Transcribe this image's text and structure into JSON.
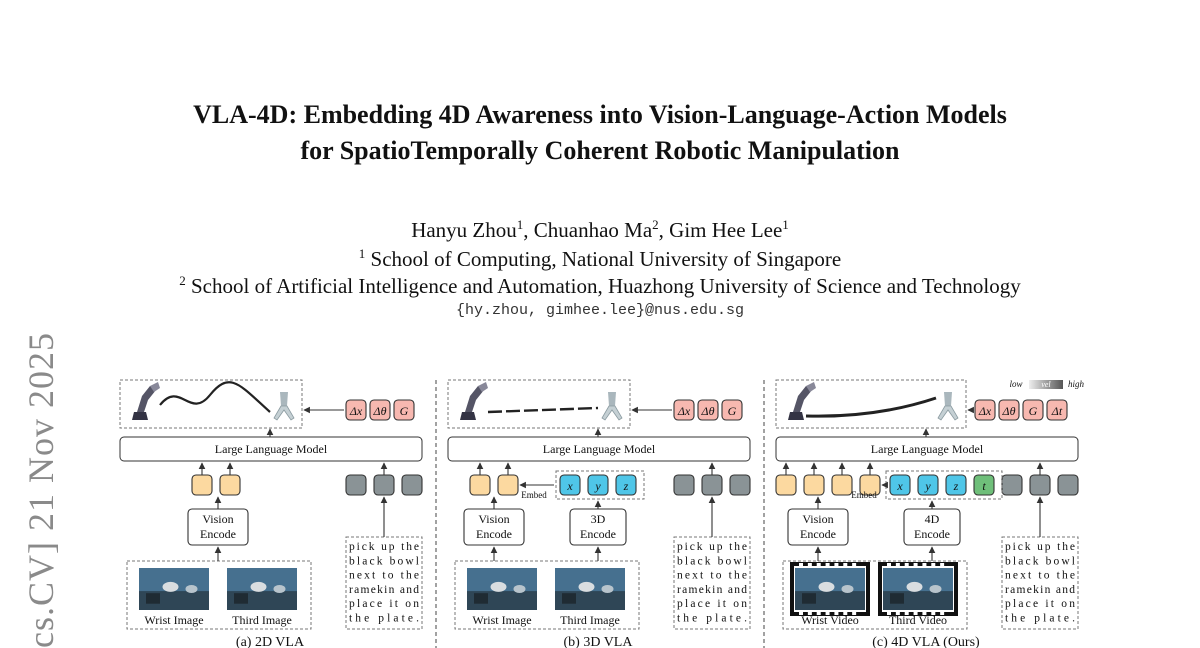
{
  "paper": {
    "title_line1": "VLA-4D: Embedding 4D Awareness into Vision-Language-Action Models",
    "title_line2": "for SpatioTemporally Coherent Robotic Manipulation",
    "authors": [
      {
        "name": "Hanyu Zhou",
        "aff": "1"
      },
      {
        "name": "Chuanhao Ma",
        "aff": "2"
      },
      {
        "name": "Gim Hee Lee",
        "aff": "1"
      }
    ],
    "affiliation1": {
      "num": "1",
      "text": "School of Computing, National University of Singapore"
    },
    "affiliation2": {
      "num": "2",
      "text": "School of Artificial Intelligence and Automation, Huazhong University of Science and Technology"
    },
    "email": "{hy.zhou, gimhee.lee}@nus.edu.sg",
    "arxiv_stamp": "cs.CV]  21 Nov 2025"
  },
  "figure": {
    "llm_label": "Large Language Model",
    "vision_encode": [
      "Vision",
      "Encode"
    ],
    "encode_3d": [
      "3D",
      "Encode"
    ],
    "encode_4d": [
      "4D",
      "Encode"
    ],
    "embed_label": "Embed",
    "instruction_lines": [
      "pick up the",
      "black bowl",
      "next to the",
      "ramekin and",
      "place it on",
      "the plate."
    ],
    "action_tokens": [
      "Δx",
      "Δθ",
      "G"
    ],
    "time_token": "Δt",
    "coord_tokens": [
      "x",
      "y",
      "z"
    ],
    "t_token": "t",
    "legend": {
      "low": "low",
      "vel": "vel",
      "high": "high"
    },
    "panel_a": {
      "img1": "Wrist Image",
      "img2": "Third Image",
      "caption": "(a) 2D VLA"
    },
    "panel_b": {
      "img1": "Wrist Image",
      "img2": "Third Image",
      "caption": "(b) 3D VLA"
    },
    "panel_c": {
      "img1": "Wrist Video",
      "img2": "Third Video",
      "caption": "(c) 4D VLA (Ours)"
    },
    "colors": {
      "orange": "#fcd9a0",
      "pink": "#f7b8b0",
      "blue": "#4fc6e8",
      "green": "#6fbf7a",
      "gray": "#8a9396"
    }
  }
}
